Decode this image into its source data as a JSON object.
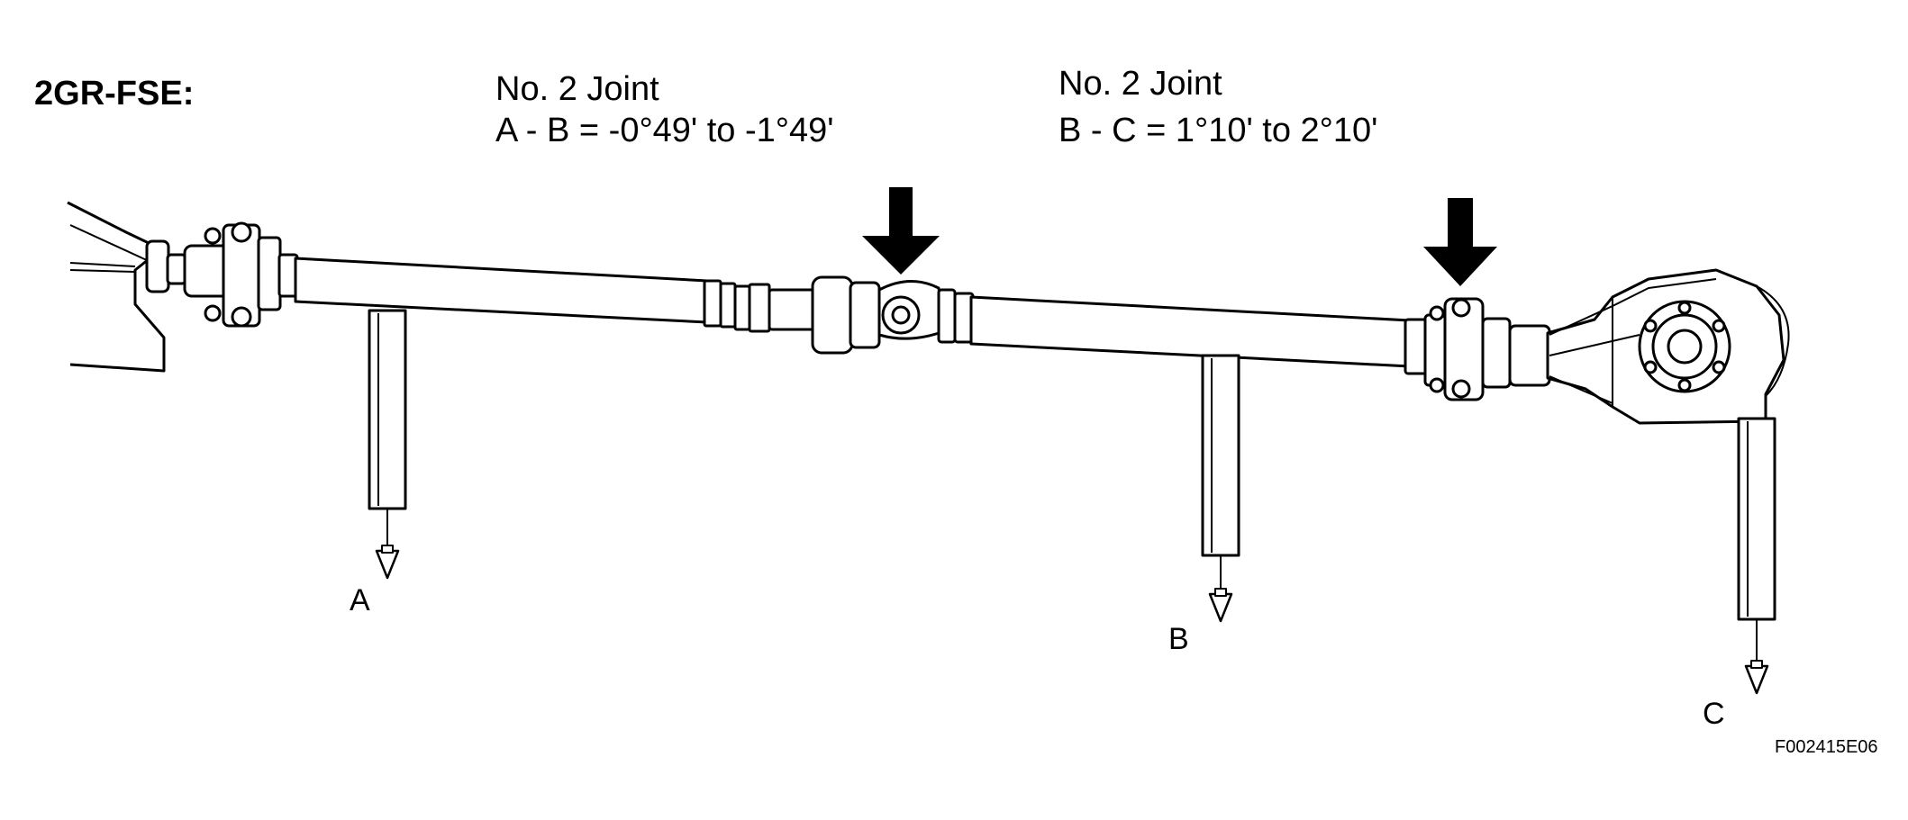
{
  "labels": {
    "engine": "2GR-FSE:",
    "joint_front": {
      "title": "No. 2 Joint",
      "spec": "A - B = -0°49' to -1°49'"
    },
    "joint_rear": {
      "title": "No. 2 Joint",
      "spec": "B - C = 1°10' to 2°10'"
    },
    "points": {
      "a": "A",
      "b": "B",
      "c": "C"
    },
    "figure_code": "F002415E06"
  },
  "colors": {
    "line": "#000000",
    "fill": "#ffffff"
  }
}
